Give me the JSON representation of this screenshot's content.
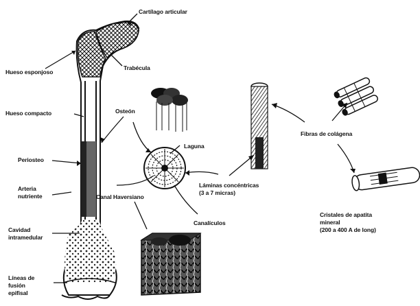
{
  "labels": {
    "cartilago_articular": "Cartílago articular",
    "hueso_esponjoso": "Hueso esponjoso",
    "trabecula": "Trabécula",
    "hueso_compacto": "Hueso compacto",
    "osteon": "Osteón",
    "periosteo": "Periosteo",
    "laguna": "Laguna",
    "arteria_nutriente_1": "Arteria",
    "arteria_nutriente_2": "nutriente",
    "canal_haversiano": "Canal Haversiano",
    "laminas_1": "Láminas concéntricas",
    "laminas_2": "(3 a 7 micras)",
    "canaliculos": "Canalículos",
    "cavidad_1": "Cavidad",
    "cavidad_2": "intramedular",
    "lineas_1": "Líneas de",
    "lineas_2": "fusión",
    "lineas_3": "epifisal",
    "fibras_colagena": "Fibras de colágena",
    "cristales_1": "Cristales de apatita",
    "cristales_2": "mineral",
    "cristales_3": "(200 a 400 A de long)"
  }
}
